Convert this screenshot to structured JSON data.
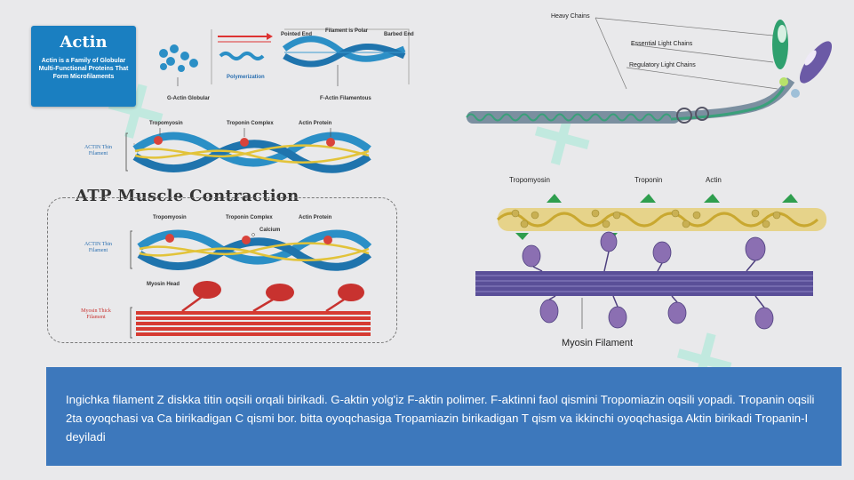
{
  "actin_box": {
    "title": "Actin",
    "subtitle": "Actin is a Family of Globular Multi-Functional Proteins That Form Microfilaments"
  },
  "top_diagram": {
    "g_actin": "G-Actin\nGlobular",
    "polymerization": "Polymerization",
    "pointed_end": "Pointed End",
    "filament_polar": "Filament is Polar",
    "barbed_end": "Barbed End",
    "f_actin": "F-Actin Filamentous"
  },
  "thin_filament_1": {
    "tropomyosin": "Tropomyosin",
    "troponin_complex": "Troponin Complex",
    "actin_protein": "Actin Protein",
    "side_label": "ACTIN Thin Filament"
  },
  "atp_title": "ATP Muscle Contraction",
  "thin_filament_2": {
    "tropomyosin": "Tropomyosin",
    "troponin_complex": "Troponin Complex",
    "calcium": "Calcium",
    "actin_protein": "Actin Protein",
    "side_label": "ACTIN Thin Filament"
  },
  "thick_filament": {
    "myosin_head": "Myosin Head",
    "side_label": "Myosin Thick Filament"
  },
  "myosin_molecule": {
    "heavy_chains": "Heavy Chains",
    "essential_light": "Essential Light Chains",
    "regulatory_light": "Regulatory Light Chains"
  },
  "sarcomere": {
    "tropomyosin": "Tropomyosin",
    "troponin": "Troponin",
    "actin": "Actin",
    "myosin_filament": "Myosin Filament"
  },
  "caption": "Ingichka filament Z diskka titin oqsili orqali birikadi. G-aktin yolg'iz F-aktin polimer. F-aktinni faol qismini Tropomiazin oqsili yopadi. Tropanin oqsili 2ta oyoqchasi va Ca birikadigan C qismi bor. bitta oyoqchasiga Tropamiazin birikadigan T qism va ikkinchi oyoqchasiga Aktin birikadi Tropanin-I deyiladi",
  "colors": {
    "actin_blue": "#1a7fc1",
    "caption_bg": "#3d78bc",
    "tropomyosin_yellow": "#e2c33a",
    "troponin_red": "#d9433b",
    "myosin_purple": "#6b5aa6"
  }
}
